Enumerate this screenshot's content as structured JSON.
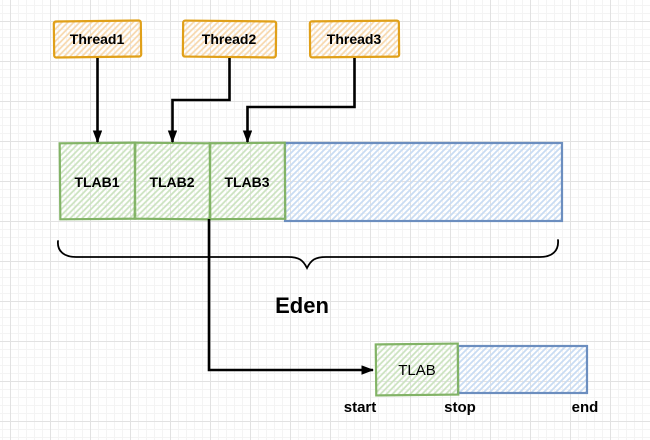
{
  "diagram": {
    "threads": [
      {
        "label": "Thread1"
      },
      {
        "label": "Thread2"
      },
      {
        "label": "Thread3"
      }
    ],
    "eden": {
      "tlabs": [
        {
          "label": "TLAB1"
        },
        {
          "label": "TLAB2"
        },
        {
          "label": "TLAB3"
        }
      ],
      "label": "Eden"
    },
    "tlab_detail": {
      "box_label": "TLAB",
      "start_label": "start",
      "stop_label": "stop",
      "end_label": "end"
    },
    "colors": {
      "thread_stroke": "#E0A019",
      "thread_hatch": "#F8D9AF",
      "tlab_stroke": "#82B366",
      "tlab_hatch": "#CCE3C0",
      "free_stroke": "#6C8EBF",
      "free_hatch": "#C9DCF3",
      "arrow": "#000000",
      "text": "#000000"
    }
  }
}
